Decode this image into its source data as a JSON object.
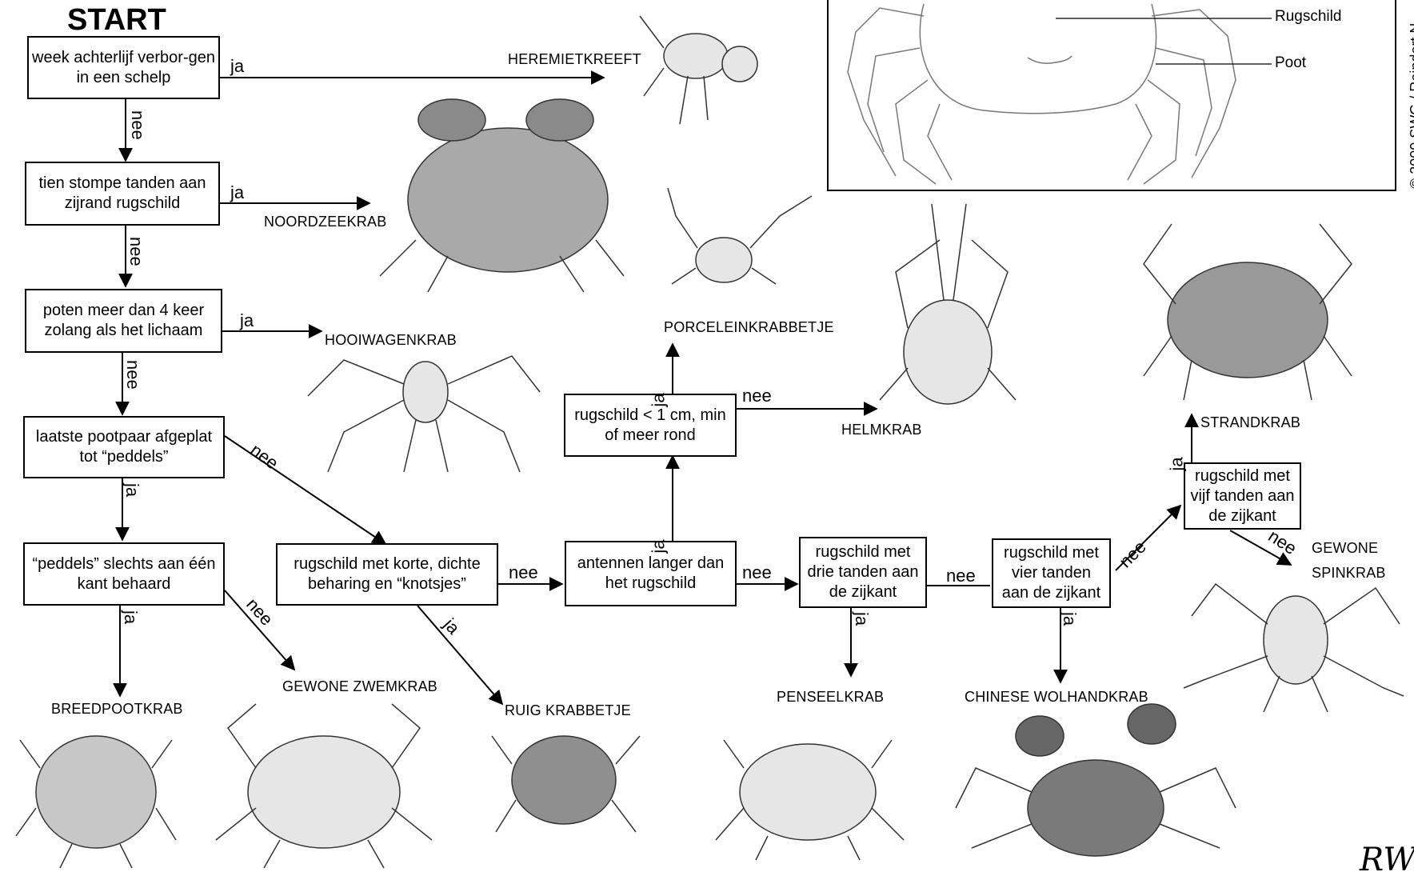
{
  "title": "START",
  "copyright": "© 2000 SWG / Reindert N",
  "legend_labels": {
    "carapace": "Rugschild",
    "leg": "Poot"
  },
  "boxes": {
    "q1": "week achterlijf verbor-gen in een schelp",
    "q2": "tien stompe tanden aan zijrand rugschild",
    "q3": "poten meer dan 4 keer zolang als het lichaam",
    "q4": "laatste pootpaar afgeplat tot “peddels”",
    "q5": "“peddels” slechts aan één kant behaard",
    "q6": "rugschild met korte, dichte beharing en “knotsjes”",
    "q7": "antennen langer dan het rugschild",
    "q8": "rugschild < 1 cm, min of meer rond",
    "q9": "rugschild met drie tanden aan de zijkant",
    "q10": "rugschild met vier tanden aan de zijkant",
    "q11": "rugschild met vijf tanden aan de zijkant"
  },
  "answers": {
    "yes": "ja",
    "no": "nee"
  },
  "species": {
    "heremietkreeft": "HEREMIETKREEFT",
    "noordzeekrab": "NOORDZEEKRAB",
    "hooiwagenkrab": "HOOIWAGENKRAB",
    "porceleinkrabbetje": "PORCELEINKRABBETJE",
    "helmkrab": "HELMKRAB",
    "strandkrab": "STRANDKRAB",
    "gewone_spinkrab_1": "GEWONE",
    "gewone_spinkrab_2": "SPINKRAB",
    "breedpootkrab": "BREEDPOOTKRAB",
    "gewone_zwemkrab": "GEWONE ZWEMKRAB",
    "ruig_krabbetje": "RUIG KRABBETJE",
    "penseelkrab": "PENSEELKRAB",
    "chinese_wolhandkrab": "CHINESE WOLHANDKRAB"
  },
  "signature": "RW"
}
